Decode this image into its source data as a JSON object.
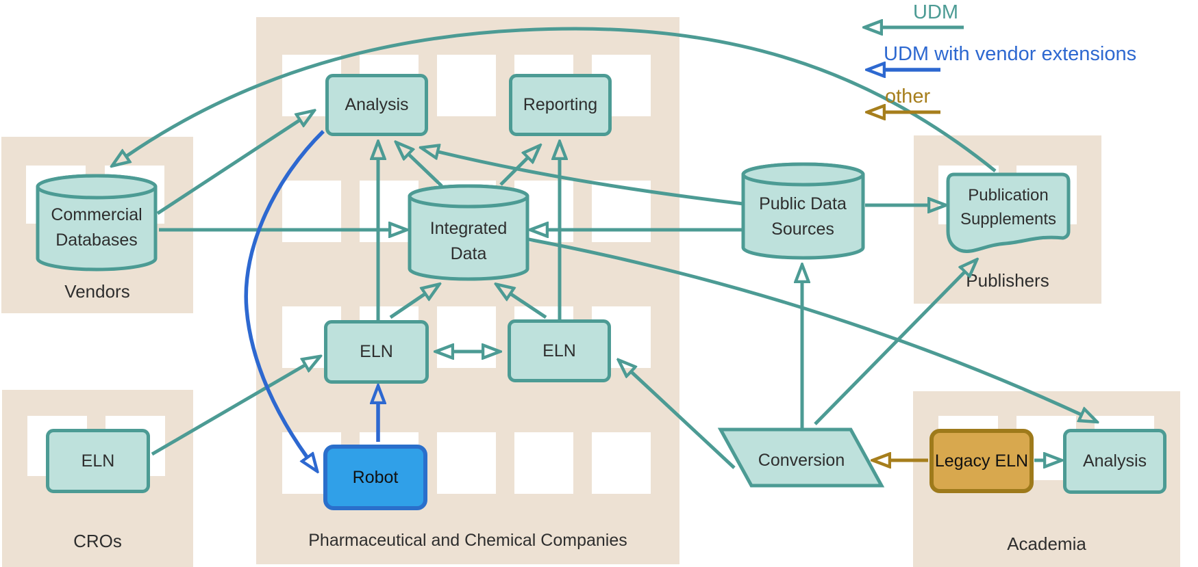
{
  "legend": {
    "items": [
      {
        "id": "udm",
        "label": "UDM",
        "color": "#4C9B94"
      },
      {
        "id": "udm_vendor",
        "label": "UDM with vendor extensions",
        "color": "#2D68D0"
      },
      {
        "id": "other",
        "label": "other",
        "color": "#A67E1C"
      }
    ]
  },
  "buildings": {
    "vendors": {
      "label": "Vendors"
    },
    "cros": {
      "label": "CROs"
    },
    "pharma": {
      "label": "Pharmaceutical and Chemical Companies"
    },
    "publishers": {
      "label": "Publishers"
    },
    "academia": {
      "label": "Academia"
    }
  },
  "nodes": {
    "commercial_databases": {
      "shape": "cylinder",
      "line1": "Commercial",
      "line2": "Databases"
    },
    "analysis_pharma": {
      "shape": "box",
      "label": "Analysis"
    },
    "reporting": {
      "shape": "box",
      "label": "Reporting"
    },
    "integrated_data": {
      "shape": "cylinder",
      "line1": "Integrated",
      "line2": "Data"
    },
    "eln_left": {
      "shape": "box",
      "label": "ELN"
    },
    "eln_right": {
      "shape": "box",
      "label": "ELN"
    },
    "robot": {
      "shape": "box",
      "label": "Robot"
    },
    "cro_eln": {
      "shape": "box",
      "label": "ELN"
    },
    "public_data_sources": {
      "shape": "cylinder",
      "line1": "Public Data",
      "line2": "Sources"
    },
    "publication_supplements": {
      "shape": "document",
      "line1": "Publication",
      "line2": "Supplements"
    },
    "conversion": {
      "shape": "parallelogram",
      "label": "Conversion"
    },
    "legacy_eln": {
      "shape": "box",
      "label": "Legacy ELN"
    },
    "academia_analysis": {
      "shape": "box",
      "label": "Analysis"
    }
  },
  "edges": [
    {
      "from": "publication_supplements",
      "to": "commercial_databases",
      "type": "udm"
    },
    {
      "from": "commercial_databases",
      "to": "analysis_pharma",
      "type": "udm"
    },
    {
      "from": "commercial_databases",
      "to": "integrated_data",
      "type": "udm"
    },
    {
      "from": "eln_left",
      "to": "analysis_pharma",
      "type": "udm"
    },
    {
      "from": "integrated_data",
      "to": "analysis_pharma",
      "type": "udm"
    },
    {
      "from": "public_data_sources",
      "to": "analysis_pharma",
      "type": "udm"
    },
    {
      "from": "integrated_data",
      "to": "reporting",
      "type": "udm"
    },
    {
      "from": "eln_right",
      "to": "reporting",
      "type": "udm"
    },
    {
      "from": "public_data_sources",
      "to": "integrated_data",
      "type": "udm"
    },
    {
      "from": "integrated_data",
      "to": "academia_analysis",
      "type": "udm"
    },
    {
      "from": "eln_left",
      "to": "eln_right",
      "type": "udm",
      "bidirectional": true
    },
    {
      "from": "eln_left",
      "to": "integrated_data",
      "type": "udm"
    },
    {
      "from": "eln_right",
      "to": "integrated_data",
      "type": "udm"
    },
    {
      "from": "cro_eln",
      "to": "eln_left",
      "type": "udm"
    },
    {
      "from": "conversion",
      "to": "eln_right",
      "type": "udm"
    },
    {
      "from": "conversion",
      "to": "public_data_sources",
      "type": "udm"
    },
    {
      "from": "conversion",
      "to": "publication_supplements",
      "type": "udm"
    },
    {
      "from": "public_data_sources",
      "to": "publication_supplements",
      "type": "udm"
    },
    {
      "from": "legacy_eln",
      "to": "academia_analysis",
      "type": "udm"
    },
    {
      "from": "analysis_pharma",
      "to": "robot",
      "type": "udm_vendor"
    },
    {
      "from": "robot",
      "to": "eln_left",
      "type": "udm_vendor"
    },
    {
      "from": "legacy_eln",
      "to": "conversion",
      "type": "other"
    }
  ],
  "colors": {
    "udm_arrow": "#4C9B94",
    "udm_vendor_arrow": "#2D68D0",
    "other_arrow": "#A67E1C",
    "node_fill": "#BEE1DC",
    "robot_fill": "#30A0E8",
    "legacy_fill": "#D8A84E",
    "building": "#EDE1D3"
  }
}
